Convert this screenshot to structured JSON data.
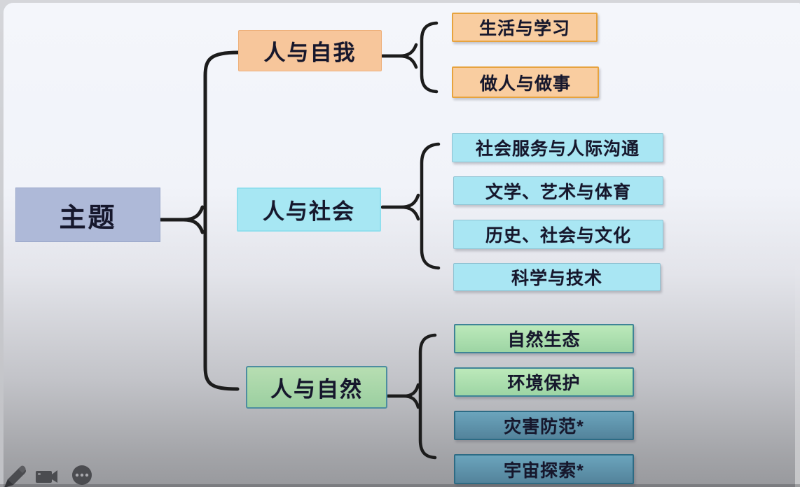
{
  "root": {
    "label": "主题"
  },
  "branches": [
    {
      "label": "人与自我",
      "children": [
        {
          "label": "生活与学习"
        },
        {
          "label": "做人与做事"
        }
      ]
    },
    {
      "label": "人与社会",
      "children": [
        {
          "label": "社会服务与人际沟通"
        },
        {
          "label": "文学、艺术与体育"
        },
        {
          "label": "历史、社会与文化"
        },
        {
          "label": "科学与技术"
        }
      ]
    },
    {
      "label": "人与自然",
      "children": [
        {
          "label": "自然生态"
        },
        {
          "label": "环境保护"
        },
        {
          "label": "灾害防范*"
        },
        {
          "label": "宇宙探索*"
        }
      ]
    }
  ],
  "toolbar": {
    "icons": [
      {
        "name": "pencil-icon"
      },
      {
        "name": "video-camera-icon"
      },
      {
        "name": "more-options-icon"
      }
    ]
  },
  "colors": {
    "root_fill": "#aeb9d8",
    "branch_self_fill": "#f7c69b",
    "branch_society_fill": "#a7e7f3",
    "branch_nature_fill": "#a8d6a9",
    "child_orange_fill": "#f9cda0",
    "child_orange_border": "#e7a33e",
    "child_cyan_fill": "#a9e6f3",
    "child_green_fill": "#aedfaf",
    "child_green_border": "#3e8496",
    "child_teal_fill": "#5f93ab",
    "child_teal_border": "#2d6b84",
    "connector": "#1c1c1c",
    "background_top": "#f4f6fb",
    "background_bottom": "#98999d",
    "icon_gray": "#4b4c50"
  }
}
